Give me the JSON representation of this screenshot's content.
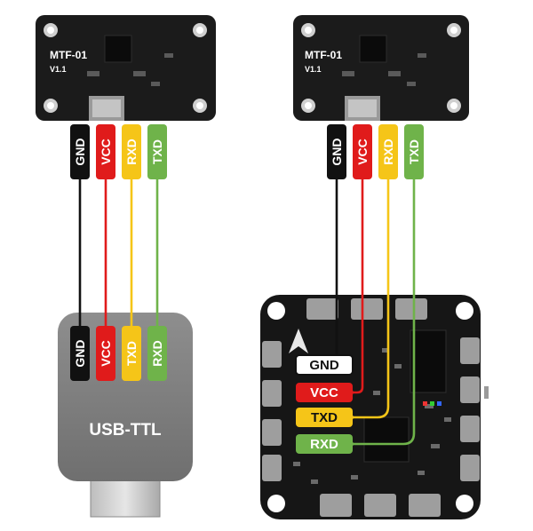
{
  "module_left": {
    "name": "MTF-01",
    "version": "V1.1"
  },
  "module_right": {
    "name": "MTF-01",
    "version": "V1.1"
  },
  "module_pins": [
    "GND",
    "VCC",
    "RXD",
    "TXD"
  ],
  "usb_adapter": {
    "label": "USB-TTL",
    "pins": [
      "GND",
      "VCC",
      "TXD",
      "RXD"
    ]
  },
  "flight_controller": {
    "pins": [
      "GND",
      "VCC",
      "TXD",
      "RXD"
    ]
  },
  "colors": {
    "gnd": "#111111",
    "vcc": "#e01b1b",
    "txrx_yellow": "#f5c518",
    "txrx_green": "#6fb34a"
  }
}
